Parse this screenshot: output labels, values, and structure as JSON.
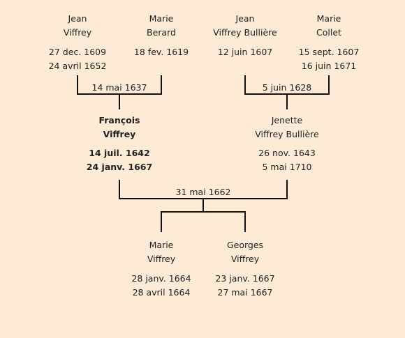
{
  "people": {
    "jean_viffrey": {
      "first": "Jean",
      "last": "Viffrey",
      "birth": "27 dec. 1609",
      "death": "24 avril 1652"
    },
    "marie_berard": {
      "first": "Marie",
      "last": "Berard",
      "birth": "18 fev. 1619",
      "death": ""
    },
    "jean_viffrey_bulliere": {
      "first": "Jean",
      "last": "Viffrey Bullière",
      "birth": "12 juin 1607",
      "death": ""
    },
    "marie_collet": {
      "first": "Marie",
      "last": "Collet",
      "birth": "15 sept. 1607",
      "death": "16 juin 1671"
    },
    "francois_viffrey": {
      "first": "François",
      "last": "Viffrey",
      "birth": "14 juil. 1642",
      "death": "24 janv. 1667"
    },
    "jenette_viffrey_bulliere": {
      "first": "Jenette",
      "last": "Viffrey Bullière",
      "birth": "26 nov. 1643",
      "death": "5 mai 1710"
    },
    "marie_viffrey": {
      "first": "Marie",
      "last": "Viffrey",
      "birth": "28 janv. 1664",
      "death": "28 avril 1664"
    },
    "georges_viffrey": {
      "first": "Georges",
      "last": "Viffrey",
      "birth": "23 janv. 1667",
      "death": "27 mai 1667"
    }
  },
  "marriages": {
    "viffrey_berard": "14 mai 1637",
    "bulliere_collet": "5 juin 1628",
    "francois_jenette": "31 mai 1662"
  }
}
